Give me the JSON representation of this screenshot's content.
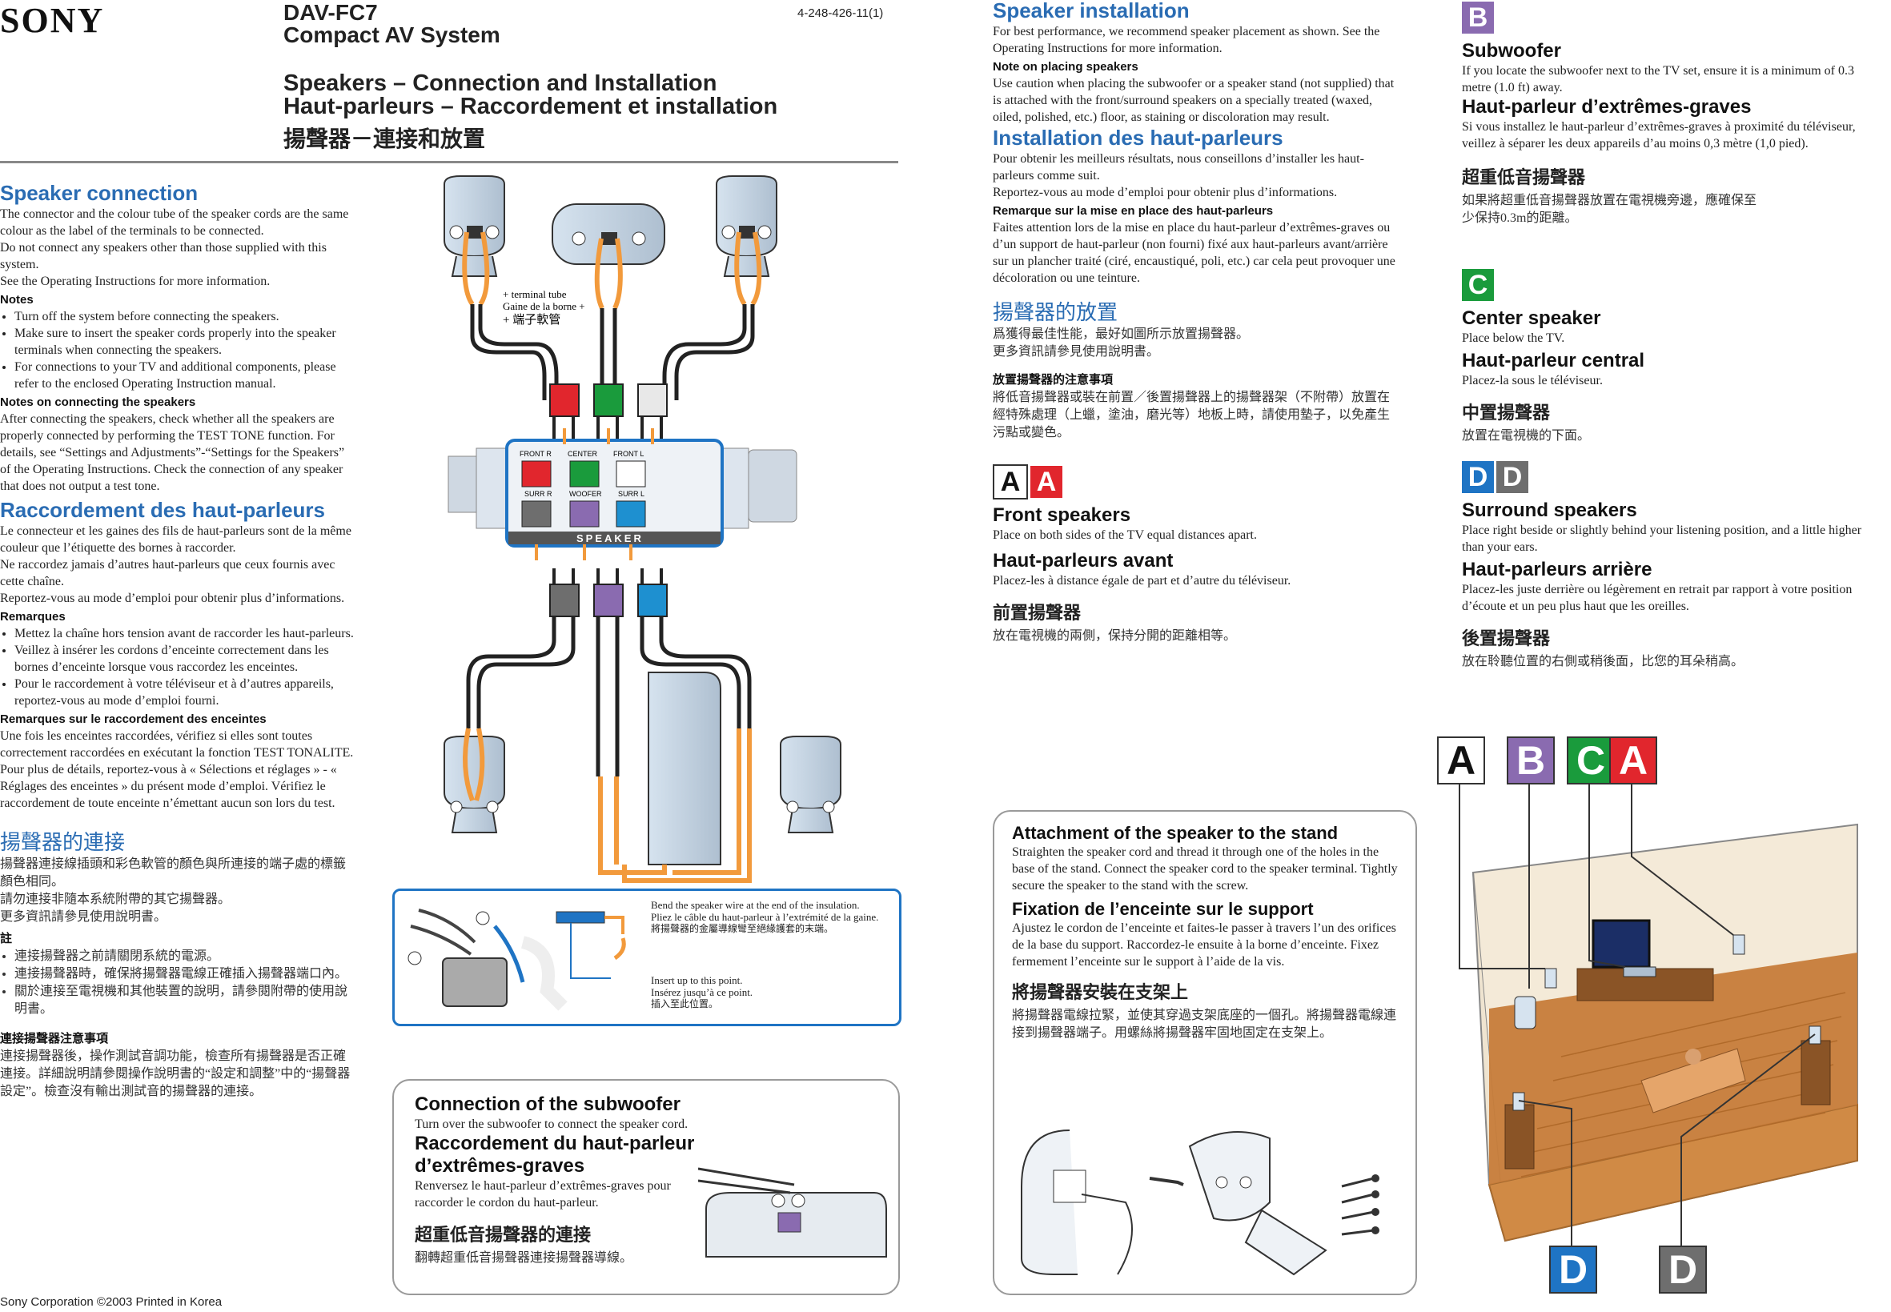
{
  "header": {
    "brand": "SONY",
    "model": "DAV-FC7",
    "product": "Compact AV System",
    "part_no": "4-248-426-11(1)",
    "title_en": "Speakers – Connection and Installation",
    "title_fr": "Haut-parleurs – Raccordement et installation",
    "title_zh": "揚聲器－連接和放置"
  },
  "left": {
    "h_en": "Speaker connection",
    "p_en1": "The connector and the colour tube of the speaker cords are the same colour as the label of the terminals to be connected.",
    "p_en2": "Do not connect any speakers other than those supplied with this system.",
    "p_en3": "See the Operating Instructions for more information.",
    "notes_h": "Notes",
    "notes": [
      "Turn off the system before connecting the speakers.",
      "Make sure to insert the speaker cords properly into the speaker terminals when connecting the speakers.",
      "For connections to your TV and additional components, please refer to the enclosed Operating Instruction manual."
    ],
    "notes2_h": "Notes on connecting the speakers",
    "notes2_p": "After connecting the speakers, check whether all the speakers are properly connected by performing the TEST TONE function. For details, see “Settings and Adjustments”-“Settings for the Speakers” of the Operating Instructions. Check the connection of any speaker that does not output a test tone.",
    "h_fr": "Raccordement des haut-parleurs",
    "p_fr1": "Le connecteur et les gaines des fils de haut-parleurs sont de la même couleur que l’étiquette des bornes à raccorder.",
    "p_fr2": "Ne raccordez jamais d’autres haut-parleurs que ceux fournis avec cette chaîne.",
    "p_fr3": "Reportez-vous au mode d’emploi pour obtenir plus d’informations.",
    "rem_h": "Remarques",
    "rem": [
      "Mettez la chaîne hors tension avant de raccorder les haut-parleurs.",
      "Veillez à insérer les cordons d’enceinte correctement dans les bornes d’enceinte lorsque vous raccordez les enceintes.",
      "Pour le raccordement à votre téléviseur et à d’autres appareils, reportez-vous au mode d’emploi fourni."
    ],
    "rem2_h": "Remarques sur le raccordement des enceintes",
    "rem2_p": "Une fois les enceintes raccordées, vérifiez si elles sont toutes correctement raccordées en exécutant la fonction TEST TONALITE. Pour plus de détails, reportez-vous à « Sélections et réglages » - « Réglages des enceintes » du présent mode d’emploi. Vérifiez le raccordement de toute enceinte n’émettant aucun son lors du test.",
    "h_zh": "揚聲器的連接",
    "p_zh1": "揚聲器連接線插頭和彩色軟管的顏色與所連接的端子處的標籤顏色相同。",
    "p_zh2": "請勿連接非隨本系統附帶的其它揚聲器。",
    "p_zh3": "更多資訊請參見使用說明書。",
    "zh_notes_h": "註",
    "zh_notes": [
      "連接揚聲器之前請關閉系統的電源。",
      "連接揚聲器時，確保將揚聲器電線正確插入揚聲器端口內。",
      "關於連接至電視機和其他裝置的說明，請參閱附帶的使用說明書。"
    ],
    "zh_notes2_h": "連接揚聲器注意事項",
    "zh_notes2_p": "連接揚聲器後，操作測試音調功能，檢查所有揚聲器是否正確連接。詳細說明請參閱操作說明書的“設定和調整”中的“揚聲器設定”。檢查沒有輸出測試音的揚聲器的連接。",
    "footer": "Sony Corporation ©2003  Printed in Korea"
  },
  "diagram": {
    "tube_en": "+ terminal tube",
    "tube_fr": "Gaine de la borne +",
    "tube_zh": "+ 端子軟管",
    "front_r": "FRONT R",
    "center": "CENTER",
    "front_l": "FRONT L",
    "surr_r": "SURR R",
    "woofer": "WOOFER",
    "surr_l": "SURR L",
    "speaker": "SPEAKER",
    "bend_en": "Bend the speaker wire at the end of the insulation.",
    "bend_fr": "Pliez le câble du haut-parleur à l’extrémité de la gaine.",
    "bend_zh": "將揚聲器的金屬導線彎至絕緣護套的末端。",
    "insert_en": "Insert up to this point.",
    "insert_fr": "Insérez jusqu’à ce point.",
    "insert_zh": "插入至此位置。"
  },
  "subwoofer_box": {
    "h_en": "Connection of the subwoofer",
    "p_en": "Turn over the subwoofer to connect the speaker cord.",
    "h_fr": "Raccordement du haut-parleur d’extrêmes-graves",
    "p_fr": "Renversez le haut-parleur d’extrêmes-graves pour raccorder le cordon du haut-parleur.",
    "h_zh": "超重低音揚聲器的連接",
    "p_zh": "翻轉超重低音揚聲器連接揚聲器導線。"
  },
  "install": {
    "h_en": "Speaker installation",
    "p_en": "For best performance, we recommend speaker placement as shown. See the Operating Instructions for more information.",
    "note_h": "Note on placing speakers",
    "note_p": "Use caution when placing the subwoofer or a speaker stand (not supplied) that is attached with the front/surround speakers on a specially treated (waxed, oiled, polished, etc.) floor, as staining or discoloration may result.",
    "h_fr": "Installation des haut-parleurs",
    "p_fr": "Pour obtenir les meilleurs résultats, nous conseillons d’installer les haut-parleurs comme suit.",
    "p_fr2": "Reportez-vous au mode d’emploi pour obtenir plus d’informations.",
    "rem_h": "Remarque sur la mise en place des haut-parleurs",
    "rem_p": "Faites attention lors de la mise en place du haut-parleur d’extrêmes-graves ou d’un support de haut-parleur (non fourni) fixé aux haut-parleurs avant/arrière sur un plancher traité (ciré, encaustiqué, poli, etc.) car cela peut provoquer une décoloration ou une teinture.",
    "h_zh": "揚聲器的放置",
    "p_zh": "爲獲得最佳性能，最好如圖所示放置揚聲器。",
    "p_zh2": "更多資訊請參見使用說明書。",
    "zh_note_h": "放置揚聲器的注意事項",
    "zh_note_p": "將低音揚聲器或裝在前置／後置揚聲器上的揚聲器架（不附帶）放置在經特殊處理（上蠟，塗油，磨光等）地板上時，請使用墊子，以免產生污點或變色。"
  },
  "front": {
    "tag": "A",
    "h_en": "Front speakers",
    "p_en": "Place on both sides of the TV equal distances apart.",
    "h_fr": "Haut-parleurs avant",
    "p_fr": "Placez-les à distance égale de part et d’autre du téléviseur.",
    "h_zh": "前置揚聲器",
    "p_zh": "放在電視機的兩側，保持分開的距離相等。"
  },
  "sub": {
    "tag": "B",
    "h_en": "Subwoofer",
    "p_en": "If you locate the subwoofer next to the TV set, ensure it is a minimum of 0.3 metre (1.0 ft) away.",
    "h_fr": "Haut-parleur d’extrêmes-graves",
    "p_fr": "Si vous installez le haut-parleur d’extrêmes-graves à proximité du téléviseur, veillez à séparer les deux appareils d’au moins 0,3 mètre (1,0 pied).",
    "h_zh": "超重低音揚聲器",
    "p_zh": "如果將超重低音揚聲器放置在電視機旁邊，應確保至少保持0.3m的距離。"
  },
  "center": {
    "tag": "C",
    "h_en": "Center speaker",
    "p_en": "Place below the TV.",
    "h_fr": "Haut-parleur central",
    "p_fr": "Placez-la sous le téléviseur.",
    "h_zh": "中置揚聲器",
    "p_zh": "放置在電視機的下面。"
  },
  "surround": {
    "tag": "D",
    "h_en": "Surround speakers",
    "p_en": "Place right beside or slightly behind your listening position, and a little higher than your ears.",
    "h_fr": "Haut-parleurs arrière",
    "p_fr": "Placez-les juste derrière ou légèrement en retrait par rapport à votre position d’écoute et un peu plus haut que les oreilles.",
    "h_zh": "後置揚聲器",
    "p_zh": "放在聆聽位置的右側或稍後面，比您的耳朵稍高。"
  },
  "stand_box": {
    "h_en": "Attachment of the speaker to the stand",
    "p_en": "Straighten the speaker cord and thread it through one of the holes in the base of the stand. Connect the speaker cord to the speaker terminal. Tightly secure the speaker to the stand with the screw.",
    "h_fr": "Fixation de l’enceinte sur le support",
    "p_fr": "Ajustez le cordon de l’enceinte et faites-le passer à travers l’un des orifices de la base du support. Raccordez-le ensuite à la borne d’enceinte. Fixez fermement l’enceinte sur le support à l’aide de la vis.",
    "h_zh": "將揚聲器安裝在支架上",
    "p_zh": "將揚聲器電線拉緊，並使其穿過支架底座的一個孔。將揚聲器電線連接到揚聲器端子。用螺絲將揚聲器牢固地固定在支架上。"
  },
  "colors": {
    "red": "#e1262d",
    "green": "#1a9b3c",
    "blue": "#1f74c4",
    "purple": "#8a6bb0",
    "gray": "#6e6e6e",
    "cyan": "#1e90d0",
    "orange": "#f29a3c"
  }
}
